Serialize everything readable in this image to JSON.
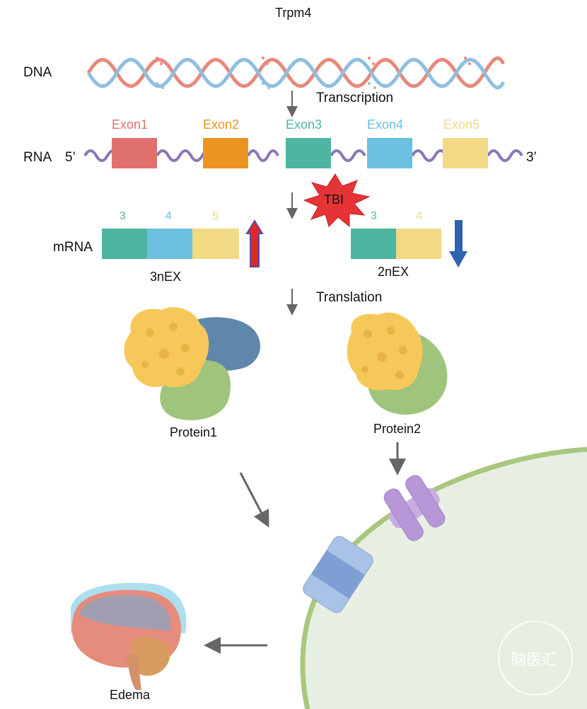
{
  "title": "Trpm4",
  "labels": {
    "dna": "DNA",
    "rna": "RNA",
    "five_prime": "5’",
    "three_prime": "3’",
    "transcription": "Transcription",
    "tbi": "TBI",
    "mrna": "mRNA",
    "translation": "Translation",
    "edema": "Edema"
  },
  "exons": [
    {
      "label": "Exon1",
      "color": "#e0706e"
    },
    {
      "label": "Exon2",
      "color": "#eb9421"
    },
    {
      "label": "Exon3",
      "color": "#4eb5a1"
    },
    {
      "label": "Exon4",
      "color": "#6cc0e2"
    },
    {
      "label": "Exon5",
      "color": "#f2d984"
    }
  ],
  "variants": [
    {
      "name": "3nEX",
      "segments": [
        {
          "label": "3",
          "color": "#4eb5a1"
        },
        {
          "label": "4",
          "color": "#6cc0e2"
        },
        {
          "label": "5",
          "color": "#f2d984"
        }
      ],
      "change": "up",
      "protein": "Protein1"
    },
    {
      "name": "2nEX",
      "segments": [
        {
          "label": "3",
          "color": "#4eb5a1"
        },
        {
          "label": "4",
          "color": "#f2d984"
        }
      ],
      "change": "down",
      "protein": "Protein2"
    }
  ],
  "watermark": "脑医汇",
  "icons": {
    "dna": "dna-helix-icon",
    "burst": "explosion-burst-icon",
    "up": "up-arrow-icon",
    "down": "down-arrow-icon",
    "cell": "cell-membrane-icon",
    "channel": "ion-channel-icon",
    "brain": "brain-icon",
    "protein": "protein-blob-icon"
  },
  "colors": {
    "up_arrow": "#e0262b",
    "down_arrow": "#2f62b0",
    "arrow_grey": "#666666",
    "rna_strand": "#8a76b8"
  }
}
